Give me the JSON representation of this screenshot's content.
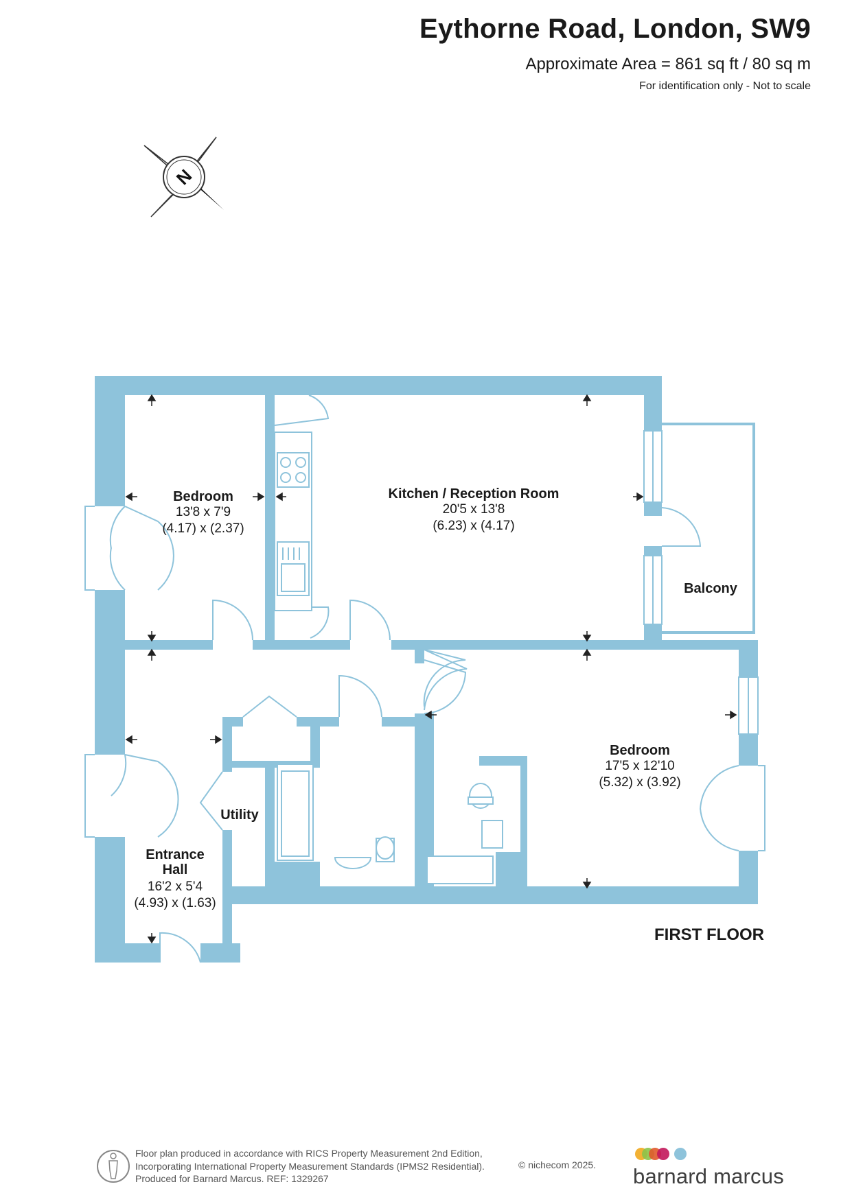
{
  "header": {
    "title": "Eythorne Road, London, SW9",
    "area": "Approximate Area = 861 sq ft / 80 sq m",
    "note": "For identification only - Not to scale"
  },
  "compass": {
    "label": "N"
  },
  "rooms": {
    "bedroom1": {
      "name": "Bedroom",
      "dims": "13'8 x 7'9",
      "metric": "(4.17) x (2.37)"
    },
    "kitchen": {
      "name": "Kitchen / Reception Room",
      "dims": "20'5 x 13'8",
      "metric": "(6.23) x (4.17)"
    },
    "balcony": {
      "name": "Balcony"
    },
    "bedroom2": {
      "name": "Bedroom",
      "dims": "17'5 x 12'10",
      "metric": "(5.32) x (3.92)"
    },
    "utility": {
      "name": "Utility"
    },
    "hall": {
      "name_line1": "Entrance",
      "name_line2": "Hall",
      "dims": "16'2 x 5'4",
      "metric": "(4.93) x (1.63)"
    }
  },
  "floor_label": "FIRST FLOOR",
  "footer": {
    "line1": "Floor plan produced in accordance with RICS Property Measurement 2nd Edition,",
    "line2": "Incorporating International Property Measurement Standards (IPMS2 Residential).",
    "line3": "Produced for Barnard Marcus.   REF:  1329267",
    "copyright": "© nichecom 2025.",
    "brand": "barnard marcus"
  },
  "colors": {
    "wall": "#8ec3db",
    "brand_dots": [
      "#f2b134",
      "#8bc34a",
      "#e05a2b",
      "#c2185b",
      "#8ec3db"
    ]
  }
}
